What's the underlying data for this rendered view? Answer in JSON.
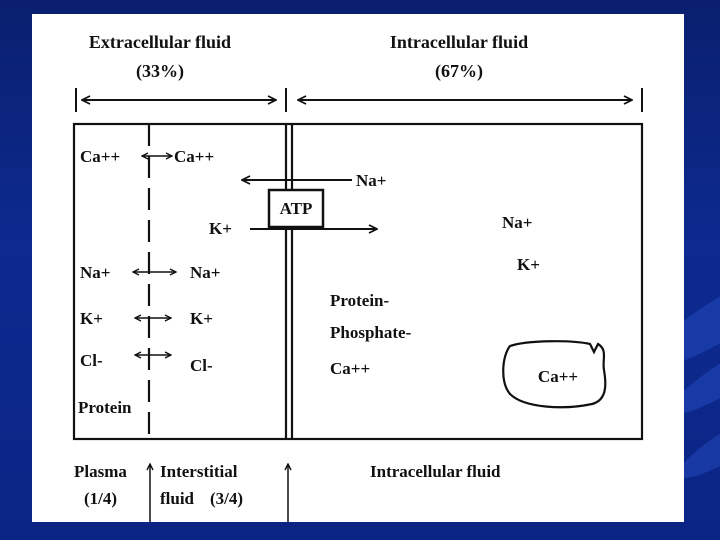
{
  "diagram": {
    "header": {
      "extracellular_title": "Extracellular fluid",
      "extracellular_pct": "(33%)",
      "intracellular_title": "Intracellular fluid",
      "intracellular_pct": "(67%)"
    },
    "plasma_ions": [
      "Ca++",
      "Na+",
      "K+",
      "Cl-"
    ],
    "interstitial_ions": [
      "Ca++",
      "Na+",
      "K+",
      "Cl-"
    ],
    "plasma_protein": "Protein",
    "pump": {
      "label": "ATP",
      "out_ion": "Na+",
      "in_ion": "K+"
    },
    "intracellular_ions": [
      "Na+",
      "K+"
    ],
    "intracellular_anions": [
      "Protein-",
      "Phosphate-",
      "Ca++"
    ],
    "organelle_label": "Ca++",
    "footer": {
      "plasma": "Plasma",
      "plasma_fraction": "(1/4)",
      "interstitial": "Interstitial",
      "interstitial_fluid": "fluid",
      "interstitial_fraction": "(3/4)",
      "intracellular": "Intracellular fluid"
    },
    "colors": {
      "background": "#0c2a8f",
      "slide": "#ffffff",
      "ink": "#111111"
    }
  }
}
